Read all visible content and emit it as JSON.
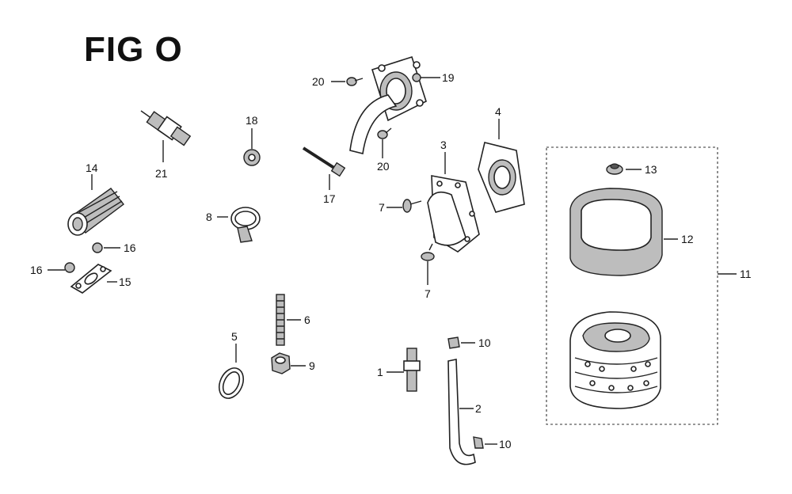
{
  "figure": {
    "title": "FIG O"
  },
  "callouts": {
    "c1": "1",
    "c2": "2",
    "c3": "3",
    "c4": "4",
    "c5": "5",
    "c6": "6",
    "c7a": "7",
    "c7b": "7",
    "c8": "8",
    "c9": "9",
    "c10a": "10",
    "c10b": "10",
    "c11": "11",
    "c12": "12",
    "c13": "13",
    "c14": "14",
    "c15": "15",
    "c16a": "16",
    "c16b": "16",
    "c17": "17",
    "c18": "18",
    "c19": "19",
    "c20a": "20",
    "c20b": "20",
    "c21": "21"
  }
}
